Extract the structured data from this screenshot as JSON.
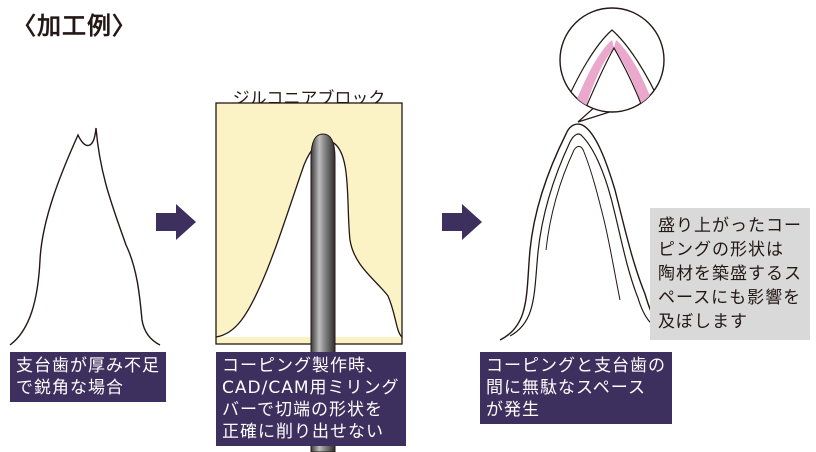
{
  "heading": "〈加工例〉",
  "block_label": "ジルコニアブロック",
  "captions": [
    "支台歯が厚み不足\nで鋭角な場合",
    "コーピング製作時、\nCAD/CAM用ミリング\nバーで切端の形状を\n正確に削り出せない",
    "コーピングと支台歯の\n間に無駄なスペース\nが発生"
  ],
  "note": "盛り上がったコー\nピングの形状は\n陶材を築盛するス\nペースにも影響を\n及ぼします",
  "colors": {
    "caption_bg": "#3d2f5e",
    "arrow": "#3d2f5e",
    "block_fill": "#fbf3c6",
    "note_bg": "#d9d9d9",
    "highlight_pink": "#e9a8cc"
  }
}
